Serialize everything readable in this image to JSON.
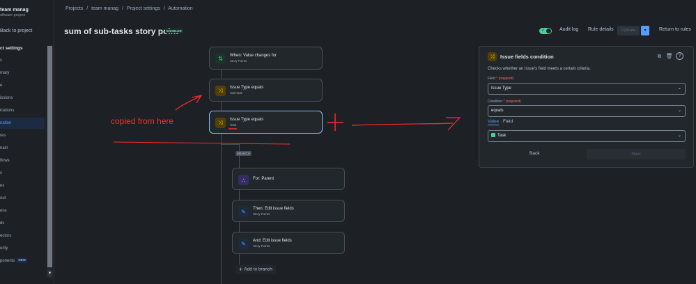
{
  "sidebar": {
    "project_name": "team manag",
    "project_type": "oftware project",
    "back_label": "Back to project",
    "section_label": "ct settings",
    "items": [
      {
        "label": "s"
      },
      {
        "label": "mary"
      },
      {
        "label": "e"
      },
      {
        "label": "issions"
      },
      {
        "label": "ications"
      },
      {
        "label": "nation",
        "active": true
      },
      {
        "label": "res"
      },
      {
        "label": "nain"
      },
      {
        "label": "flows"
      },
      {
        "label": "s"
      },
      {
        "label": "es"
      },
      {
        "label": "out"
      },
      {
        "label": "ens"
      },
      {
        "label": "ds"
      },
      {
        "label": "ectors"
      },
      {
        "label": "urity"
      },
      {
        "label": "ponents",
        "badge": "NEW"
      }
    ]
  },
  "breadcrumb": [
    "Projects",
    "/",
    "team manag",
    "/",
    "Project settings",
    "/",
    "Automation"
  ],
  "header": {
    "title": "sum of sub-tasks story point",
    "status_badge": "ENABLED",
    "toggle_on": true,
    "audit_log": "Audit log",
    "rule_details": "Rule details",
    "update": "Update",
    "return": "Return to rules"
  },
  "flow": {
    "trigger": {
      "title": "When: Value changes for",
      "subtitle": "Story Points",
      "icon": "trigger-icon"
    },
    "condition1": {
      "title": "Issue Type equals",
      "subtitle": "Sub-task",
      "icon": "condition-icon"
    },
    "condition2": {
      "title": "Issue Type equals",
      "subtitle": "Task",
      "icon": "condition-icon",
      "selected": true
    },
    "branch_label": "BRANCH",
    "branch_node": {
      "title": "For: Parent",
      "icon": "branch-icon"
    },
    "action1": {
      "title": "Then: Edit issue fields",
      "subtitle": "Story Points",
      "icon": "edit-icon"
    },
    "action2": {
      "title": "And: Edit issue fields",
      "subtitle": "Story Points",
      "icon": "edit-icon"
    },
    "add_to_branch": "Add to branch"
  },
  "panel": {
    "title": "Issue fields condition",
    "description": "Checks whether an issue's field meets a certain criteria.",
    "field_label": "Field",
    "field_required": "* (required)",
    "field_value": "Issue Type",
    "condition_label": "Condition",
    "condition_required": "* (required)",
    "condition_value": "equals",
    "tabs": [
      "Value",
      "Field"
    ],
    "value_selected": "Task",
    "back": "Back",
    "next": "Next"
  },
  "annotation": {
    "text": "copied from here",
    "color": "#ff2b2b"
  },
  "colors": {
    "background": "#1d2125",
    "accent": "#579dff",
    "selected_border": "#85b8ff",
    "success": "#4bce97"
  }
}
